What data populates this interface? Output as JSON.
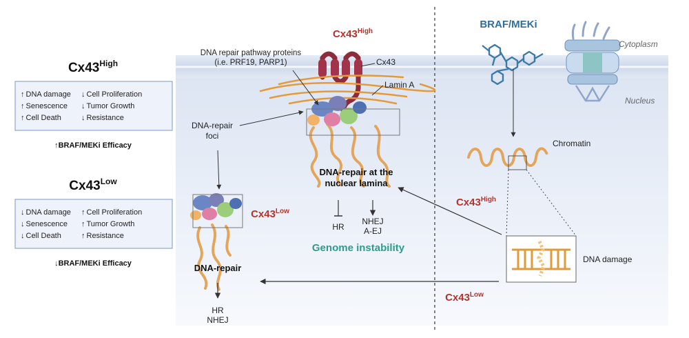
{
  "left": {
    "high": {
      "label": "Cx43",
      "sup": "High",
      "effects_left": [
        {
          "arrow": "↑",
          "text": "DNA damage"
        },
        {
          "arrow": "↑",
          "text": "Senescence"
        },
        {
          "arrow": "↑",
          "text": "Cell Death"
        }
      ],
      "effects_right": [
        {
          "arrow": "↓",
          "text": "Cell Proliferation"
        },
        {
          "arrow": "↓",
          "text": "Tumor Growth"
        },
        {
          "arrow": "↓",
          "text": "Resistance"
        }
      ],
      "efficacy_arrow": "↑",
      "efficacy": "BRAF/MEKi Efficacy"
    },
    "low": {
      "label": "Cx43",
      "sup": "Low",
      "effects_left": [
        {
          "arrow": "↓",
          "text": "DNA damage"
        },
        {
          "arrow": "↓",
          "text": "Senescence"
        },
        {
          "arrow": "↓",
          "text": "Cell Death"
        }
      ],
      "effects_right": [
        {
          "arrow": "↑",
          "text": "Cell Proliferation"
        },
        {
          "arrow": "↑",
          "text": "Tumor Growth"
        },
        {
          "arrow": "↑",
          "text": "Resistance"
        }
      ],
      "efficacy_arrow": "↓",
      "efficacy": "BRAF/MEKi Efficacy"
    }
  },
  "middle": {
    "cx43_high": {
      "label": "Cx43",
      "sup": "High"
    },
    "pathway_proteins": [
      "DNA repair pathway proteins",
      "(i.e. PRF19, PARP1)"
    ],
    "cx43_label": "Cx43",
    "lamin_label": "Lamin A",
    "foci_label": [
      "DNA-repair",
      "foci"
    ],
    "lamina_repair": [
      "DNA-repair at the",
      "nuclear lamina"
    ],
    "hr": "HR",
    "nhej_aej": [
      "NHEJ",
      "A-EJ"
    ],
    "genome": "Genome instability",
    "cx43_low": {
      "label": "Cx43",
      "sup": "Low"
    },
    "dna_repair": "DNA-repair",
    "hr_nhej": [
      "HR",
      "NHEJ"
    ]
  },
  "right": {
    "drug": "BRAF/MEKi",
    "cytoplasm": "Cytoplasm",
    "nucleus": "Nucleus",
    "chromatin": "Chromatin",
    "cx43_high": {
      "label": "Cx43",
      "sup": "High"
    },
    "dna_damage": "DNA damage",
    "cx43_low": {
      "label": "Cx43",
      "sup": "Low"
    }
  },
  "colors": {
    "red": "#b8322a",
    "teal": "#2e9c8d",
    "drug_blue": "#2f6f9a",
    "box_fill": "#eef2fb",
    "box_stroke": "#8fa6cf",
    "chromatin": "#e3a55a"
  }
}
